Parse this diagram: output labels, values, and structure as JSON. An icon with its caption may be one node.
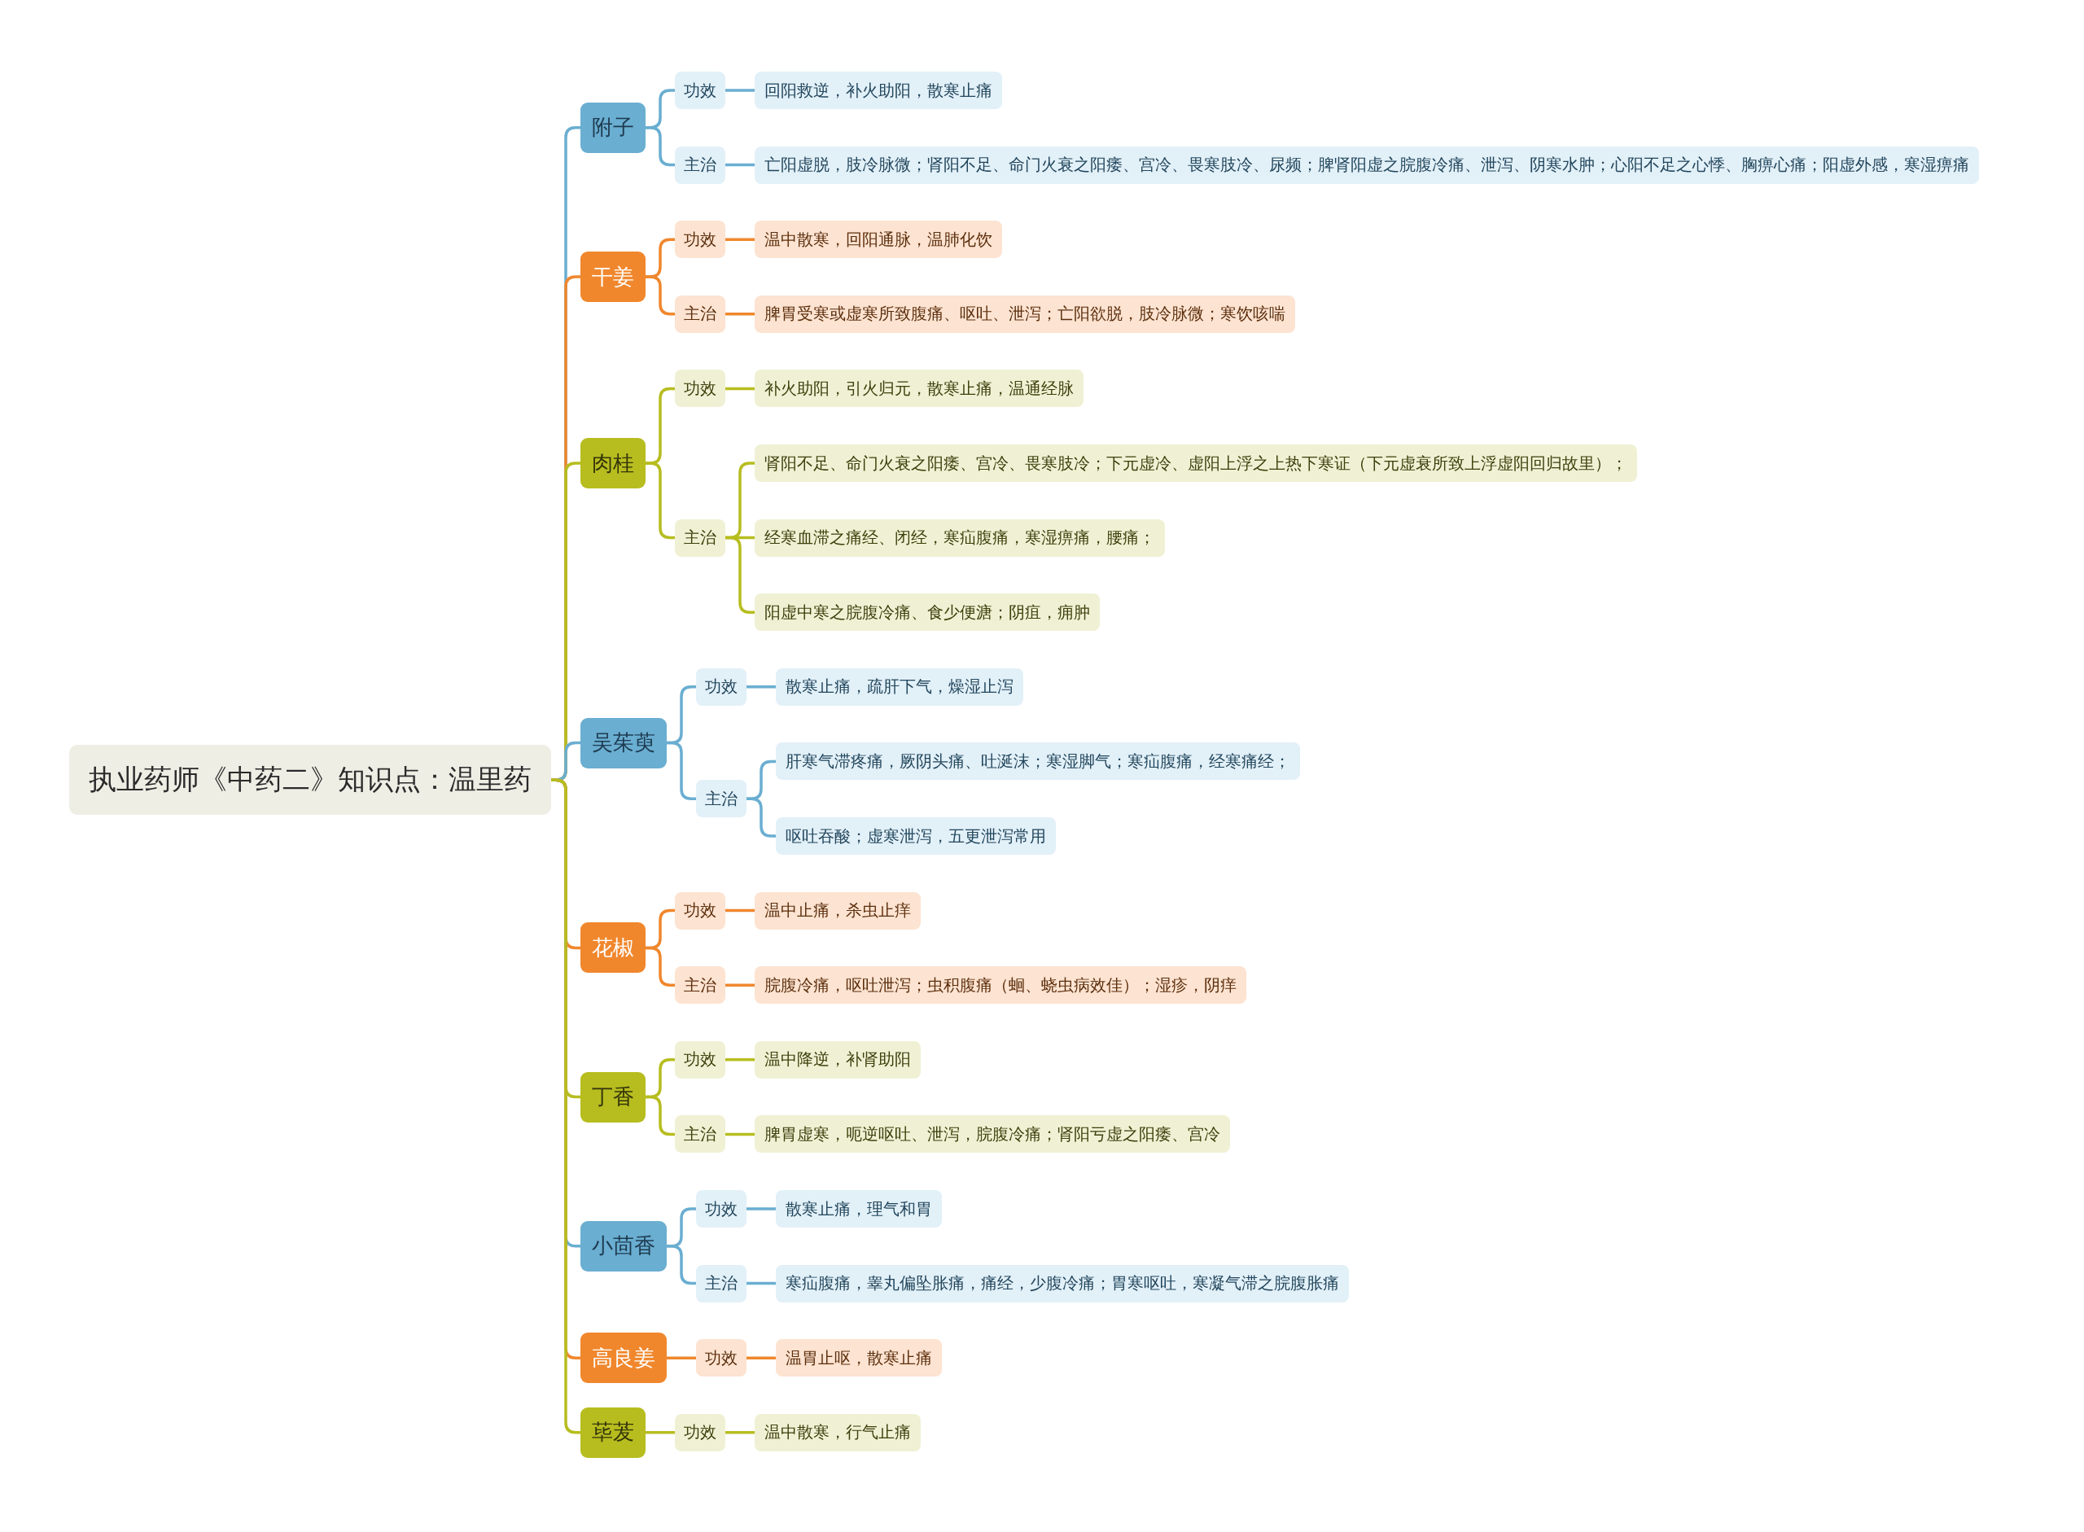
{
  "diagram": {
    "nodes": [
      {
        "text": [
          "执业药师《中药二》知识点：温里药"
        ]
      },
      {
        "text": [
          "附子"
        ]
      },
      {
        "text": [
          "功效"
        ]
      },
      {
        "text": [
          "回阳救逆，补火助阳，散寒止痛"
        ]
      },
      {
        "text": [
          "主治"
        ]
      },
      {
        "text": [
          "亡阳虚脱，肢冷脉微；肾阳不足、命门火衰之阳痿、宫冷、畏寒肢冷、尿频；脾肾阳虚之脘腹冷痛、泄泻、阴寒水肿；心阳不足之心悸、胸痹心痛；阳虚外感，寒湿痹痛"
        ]
      },
      {
        "text": [
          "干姜"
        ]
      },
      {
        "text": [
          "功效"
        ]
      },
      {
        "text": [
          "温中散寒，回阳通脉，温肺化饮"
        ]
      },
      {
        "text": [
          "主治"
        ]
      },
      {
        "text": [
          "脾胃受寒或虚寒所致腹痛、呕吐、泄泻；亡阳欲脱，肢冷脉微；寒饮咳喘"
        ]
      },
      {
        "text": [
          "肉桂"
        ]
      },
      {
        "text": [
          "功效"
        ]
      },
      {
        "text": [
          "补火助阳，引火归元，散寒止痛，温通经脉"
        ]
      },
      {
        "text": [
          "主治"
        ]
      },
      {
        "text": [
          "肾阳不足、命门火衰之阳痿、宫冷、畏寒肢冷；下元虚冷、虚阳上浮之上热下寒证（下元虚衰所致上浮虚阳回归故里）；"
        ]
      },
      {
        "text": [
          "经寒血滞之痛经、闭经，寒疝腹痛，寒湿痹痛，腰痛；"
        ]
      },
      {
        "text": [
          "阳虚中寒之脘腹冷痛、食少便溏；阴疽，痈肿"
        ]
      },
      {
        "text": [
          "吴茱萸"
        ]
      },
      {
        "text": [
          "功效"
        ]
      },
      {
        "text": [
          "散寒止痛，疏肝下气，燥湿止泻"
        ]
      },
      {
        "text": [
          "主治"
        ]
      },
      {
        "text": [
          "肝寒气滞疼痛，厥阴头痛、吐涎沫；寒湿脚气；寒疝腹痛，经寒痛经；"
        ]
      },
      {
        "text": [
          "呕吐吞酸；虚寒泄泻，五更泄泻常用"
        ]
      },
      {
        "text": [
          "花椒"
        ]
      },
      {
        "text": [
          "功效"
        ]
      },
      {
        "text": [
          "温中止痛，杀虫止痒"
        ]
      },
      {
        "text": [
          "主治"
        ]
      },
      {
        "text": [
          "脘腹冷痛，呕吐泄泻；虫积腹痛（蛔、蛲虫病效佳）；湿疹，阴痒"
        ]
      },
      {
        "text": [
          "丁香"
        ]
      },
      {
        "text": [
          "功效"
        ]
      },
      {
        "text": [
          "温中降逆，补肾助阳"
        ]
      },
      {
        "text": [
          "主治"
        ]
      },
      {
        "text": [
          "脾胃虚寒，呃逆呕吐、泄泻，脘腹冷痛；肾阳亏虚之阳痿、宫冷"
        ]
      },
      {
        "text": [
          "小茴香"
        ]
      },
      {
        "text": [
          "功效"
        ]
      },
      {
        "text": [
          "散寒止痛，理气和胃"
        ]
      },
      {
        "text": [
          "主治"
        ]
      },
      {
        "text": [
          "寒疝腹痛，睾丸偏坠胀痛，痛经，少腹冷痛；胃寒呕吐，寒凝气滞之脘腹胀痛"
        ]
      },
      {
        "text": [
          "高良姜"
        ]
      },
      {
        "text": [
          "功效"
        ]
      },
      {
        "text": [
          "温胃止呕，散寒止痛"
        ]
      },
      {
        "text": [
          "荜茇"
        ]
      },
      {
        "text": [
          "功效"
        ]
      },
      {
        "text": [
          "温中散寒，行气止痛"
        ]
      }
    ],
    "edges": [
      {
        "from": 0,
        "to": 1,
        "arrow": "none",
        "color": "#6aaed1"
      },
      {
        "from": 1,
        "to": 2,
        "arrow": "none",
        "color": "#6aaed1"
      },
      {
        "from": 2,
        "to": 3,
        "arrow": "none",
        "color": "#6aaed1"
      },
      {
        "from": 1,
        "to": 4,
        "arrow": "none",
        "color": "#6aaed1"
      },
      {
        "from": 4,
        "to": 5,
        "arrow": "none",
        "color": "#6aaed1"
      },
      {
        "from": 0,
        "to": 6,
        "arrow": "none",
        "color": "#f0872d"
      },
      {
        "from": 6,
        "to": 7,
        "arrow": "none",
        "color": "#f0872d"
      },
      {
        "from": 7,
        "to": 8,
        "arrow": "none",
        "color": "#f0872d"
      },
      {
        "from": 6,
        "to": 9,
        "arrow": "none",
        "color": "#f0872d"
      },
      {
        "from": 9,
        "to": 10,
        "arrow": "none",
        "color": "#f0872d"
      },
      {
        "from": 0,
        "to": 11,
        "arrow": "none",
        "color": "#b7bd1f"
      },
      {
        "from": 11,
        "to": 12,
        "arrow": "none",
        "color": "#b7bd1f"
      },
      {
        "from": 12,
        "to": 13,
        "arrow": "none",
        "color": "#b7bd1f"
      },
      {
        "from": 11,
        "to": 14,
        "arrow": "none",
        "color": "#b7bd1f"
      },
      {
        "from": 14,
        "to": 15,
        "arrow": "none",
        "color": "#b7bd1f"
      },
      {
        "from": 14,
        "to": 16,
        "arrow": "none",
        "color": "#b7bd1f"
      },
      {
        "from": 14,
        "to": 17,
        "arrow": "none",
        "color": "#b7bd1f"
      },
      {
        "from": 0,
        "to": 18,
        "arrow": "none",
        "color": "#6aaed1"
      },
      {
        "from": 18,
        "to": 19,
        "arrow": "none",
        "color": "#6aaed1"
      },
      {
        "from": 19,
        "to": 20,
        "arrow": "none",
        "color": "#6aaed1"
      },
      {
        "from": 18,
        "to": 21,
        "arrow": "none",
        "color": "#6aaed1"
      },
      {
        "from": 21,
        "to": 22,
        "arrow": "none",
        "color": "#6aaed1"
      },
      {
        "from": 21,
        "to": 23,
        "arrow": "none",
        "color": "#6aaed1"
      },
      {
        "from": 0,
        "to": 24,
        "arrow": "none",
        "color": "#f0872d"
      },
      {
        "from": 24,
        "to": 25,
        "arrow": "none",
        "color": "#f0872d"
      },
      {
        "from": 25,
        "to": 26,
        "arrow": "none",
        "color": "#f0872d"
      },
      {
        "from": 24,
        "to": 27,
        "arrow": "none",
        "color": "#f0872d"
      },
      {
        "from": 27,
        "to": 28,
        "arrow": "none",
        "color": "#f0872d"
      },
      {
        "from": 0,
        "to": 29,
        "arrow": "none",
        "color": "#b7bd1f"
      },
      {
        "from": 29,
        "to": 30,
        "arrow": "none",
        "color": "#b7bd1f"
      },
      {
        "from": 30,
        "to": 31,
        "arrow": "none",
        "color": "#b7bd1f"
      },
      {
        "from": 29,
        "to": 32,
        "arrow": "none",
        "color": "#b7bd1f"
      },
      {
        "from": 32,
        "to": 33,
        "arrow": "none",
        "color": "#b7bd1f"
      },
      {
        "from": 0,
        "to": 34,
        "arrow": "none",
        "color": "#6aaed1"
      },
      {
        "from": 34,
        "to": 35,
        "arrow": "none",
        "color": "#6aaed1"
      },
      {
        "from": 35,
        "to": 36,
        "arrow": "none",
        "color": "#6aaed1"
      },
      {
        "from": 34,
        "to": 37,
        "arrow": "none",
        "color": "#6aaed1"
      },
      {
        "from": 37,
        "to": 38,
        "arrow": "none",
        "color": "#6aaed1"
      },
      {
        "from": 0,
        "to": 39,
        "arrow": "none",
        "color": "#f0872d"
      },
      {
        "from": 39,
        "to": 40,
        "arrow": "none",
        "color": "#f0872d"
      },
      {
        "from": 40,
        "to": 41,
        "arrow": "none",
        "color": "#f0872d"
      },
      {
        "from": 0,
        "to": 42,
        "arrow": "none",
        "color": "#b7bd1f"
      },
      {
        "from": 42,
        "to": 43,
        "arrow": "none",
        "color": "#b7bd1f"
      },
      {
        "from": 43,
        "to": 44,
        "arrow": "none",
        "color": "#b7bd1f"
      }
    ]
  }
}
